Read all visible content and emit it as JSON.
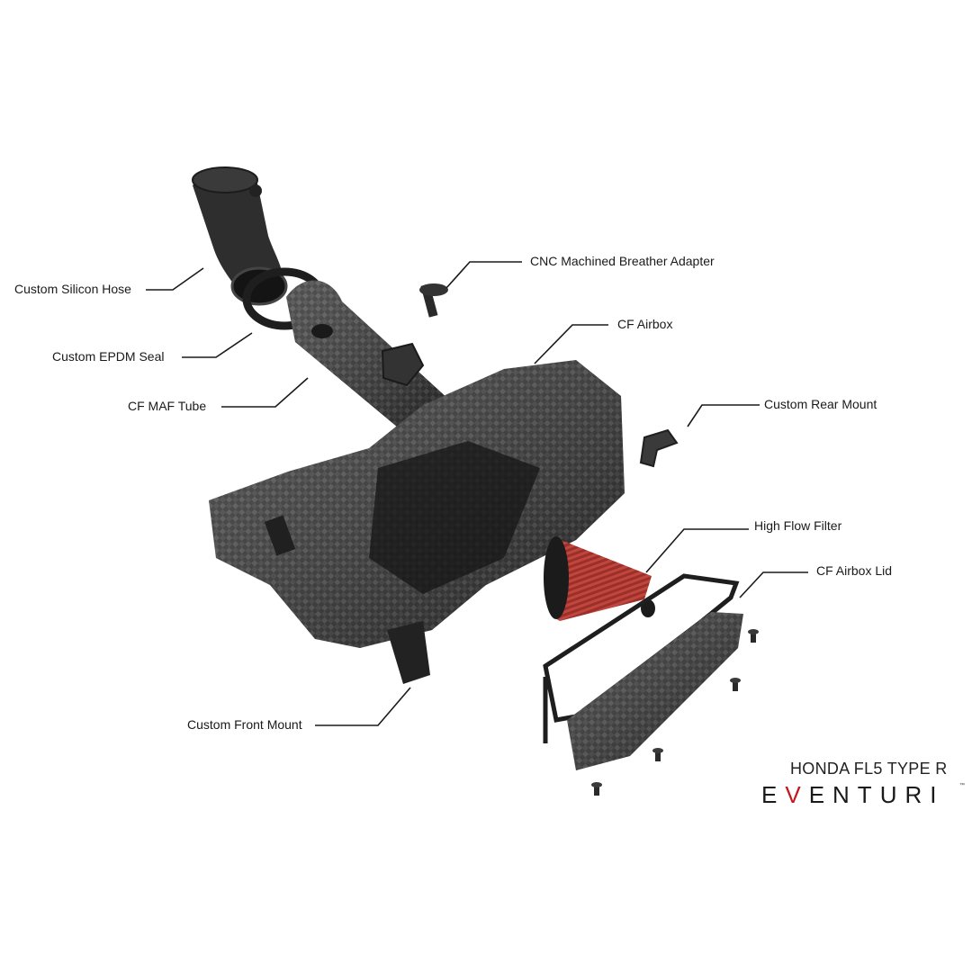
{
  "callouts": {
    "silicon_hose": "Custom Silicon Hose",
    "epdm_seal": "Custom EPDM Seal",
    "maf_tube": "CF MAF Tube",
    "breather_adapter": "CNC Machined Breather Adapter",
    "airbox": "CF Airbox",
    "rear_mount": "Custom Rear Mount",
    "high_flow_filter": "High Flow Filter",
    "airbox_lid": "CF Airbox Lid",
    "front_mount": "Custom Front Mount"
  },
  "branding": {
    "model": "HONDA FL5 TYPE R",
    "brand_prefix": "E",
    "brand_accent": "V",
    "brand_suffix": "ENTURI",
    "trademark": "™"
  },
  "colors": {
    "carbon_dark": "#2b2b2b",
    "carbon_light": "#5a5a5a",
    "filter_red": "#a8322c",
    "accent_red": "#c4161c"
  }
}
